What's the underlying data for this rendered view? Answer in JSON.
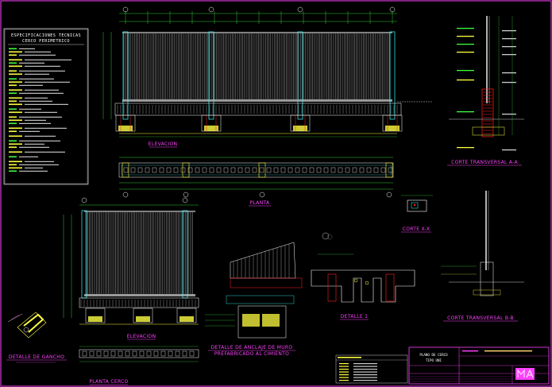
{
  "spec_box": {
    "title_line1": "ESPECIFICACIONES TECNICAS",
    "title_line2": "CERCO PERIMETRICO"
  },
  "labels": {
    "elevacion_top": "ELEVACION",
    "planta_top": "PLANTA",
    "corte_aa": "CORTE TRANSVERSAL A-A",
    "corte_xx": "CORTE X-X",
    "detalle_1": "DETALLE 1",
    "corte_bb": "CORTE TRANSVERSAL B-B",
    "elevacion_bottom": "ELEVACION",
    "planta_cerco": "PLANTA CERCO",
    "detalle_gancho_l1": "DETALLE DE GANCHO",
    "detalle_anclaje_l1": "DETALLE DE ANCLAJE DE MURO",
    "detalle_anclaje_l2": "PREFABRICADO AL CIMIENTO"
  },
  "title_block": {
    "title_line1": "PLANO DE CERCO",
    "title_line2": "TIPO UNI"
  },
  "colors": {
    "background": "#000000",
    "border": "#ff40ff",
    "fence_lines": "#ffffff",
    "dimensions": "#40ff40",
    "notes": "#ffff40",
    "rebar": "#ff2020",
    "accent": "#40ffff"
  }
}
